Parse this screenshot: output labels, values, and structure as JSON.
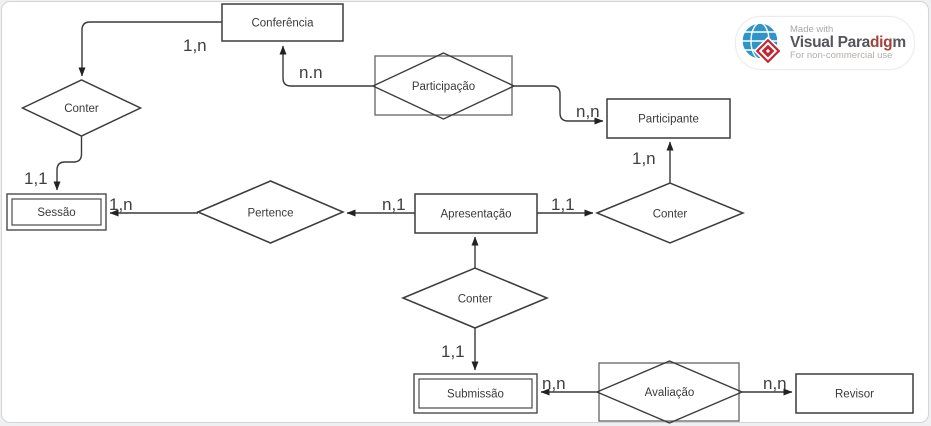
{
  "entities": {
    "conferencia": "Conferência",
    "participante": "Participante",
    "sessao": "Sessão",
    "apresentacao": "Apresentação",
    "submissao": "Submissão",
    "revisor": "Revisor"
  },
  "relationships": {
    "conter_sessao": "Conter",
    "participacao": "Participação",
    "pertence": "Pertence",
    "conter_participante": "Conter",
    "conter_submissao": "Conter",
    "avaliacao": "Avaliação"
  },
  "cardinalities": {
    "conferencia_conter": "1,n",
    "conter_sessao": "1,1",
    "sessao_pertence": "1,n",
    "pertence_apresentacao": "n,1",
    "apresentacao_conter": "1,1",
    "conter_participante": "1,n",
    "participacao_conferencia": "n.n",
    "participacao_participante": "n,n",
    "conter_submissao": "1,1",
    "avaliacao_submissao": "n,n",
    "avaliacao_revisor": "n,n"
  },
  "watermark": {
    "made_with": "Made with",
    "brand_prefix": "Visual Para",
    "brand_accent": "dig",
    "brand_suffix": "m",
    "license": "For non-commercial use"
  },
  "colors": {
    "line": "#3a3a3a",
    "brand_red": "#c4242e",
    "brand_blue": "#2f95c8",
    "canvas_border": "#d3d5d7"
  }
}
